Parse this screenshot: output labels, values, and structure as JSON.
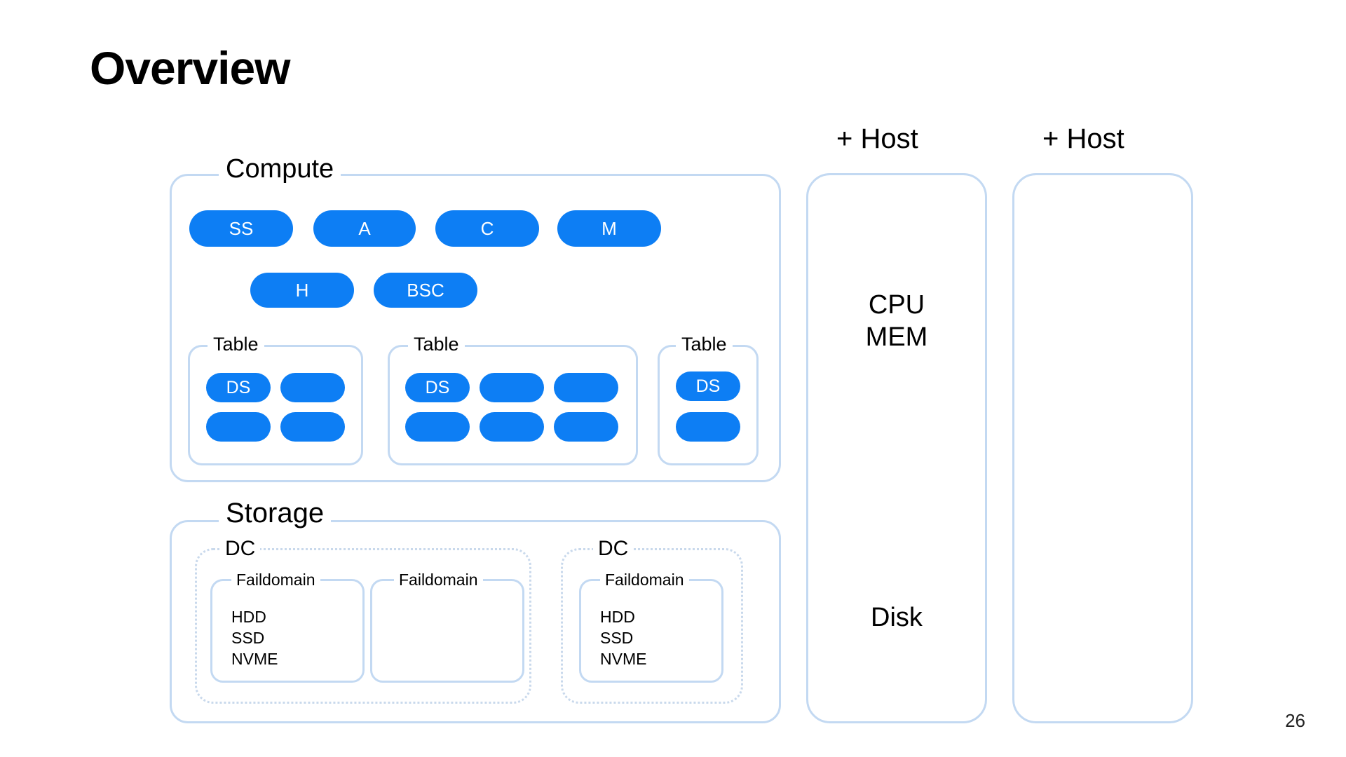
{
  "slide": {
    "title": "Overview",
    "page_number": "26"
  },
  "colors": {
    "pill_blue": "#0d7ef4",
    "border_blue": "#c3d9f2",
    "text_black": "#000000",
    "background": "#ffffff"
  },
  "compute": {
    "label": "Compute",
    "services_row1": [
      {
        "label": "SS"
      },
      {
        "label": "A"
      },
      {
        "label": "C"
      },
      {
        "label": "M"
      }
    ],
    "services_row2": [
      {
        "label": "H"
      },
      {
        "label": "BSC"
      }
    ],
    "tables": [
      {
        "label": "Table",
        "columns": 2,
        "rows": 2,
        "cells": [
          "DS",
          "",
          "",
          ""
        ]
      },
      {
        "label": "Table",
        "columns": 3,
        "rows": 2,
        "cells": [
          "DS",
          "",
          "",
          "",
          "",
          ""
        ]
      },
      {
        "label": "Table",
        "columns": 1,
        "rows": 2,
        "cells": [
          "DS",
          ""
        ]
      }
    ]
  },
  "storage": {
    "label": "Storage",
    "datacenters": [
      {
        "label": "DC",
        "faildomains": [
          {
            "label": "Faildomain",
            "media": [
              "HDD",
              "SSD",
              "NVME"
            ]
          },
          {
            "label": "Faildomain",
            "media": []
          }
        ]
      },
      {
        "label": "DC",
        "faildomains": [
          {
            "label": "Faildomain",
            "media": [
              "HDD",
              "SSD",
              "NVME"
            ]
          }
        ]
      }
    ]
  },
  "hosts": [
    {
      "label": "+ Host",
      "top_text": "CPU\nMEM",
      "top_line1": "CPU",
      "top_line2": "MEM",
      "bottom_text": "Disk"
    },
    {
      "label": "+ Host",
      "top_line1": "",
      "top_line2": "",
      "bottom_text": ""
    }
  ]
}
